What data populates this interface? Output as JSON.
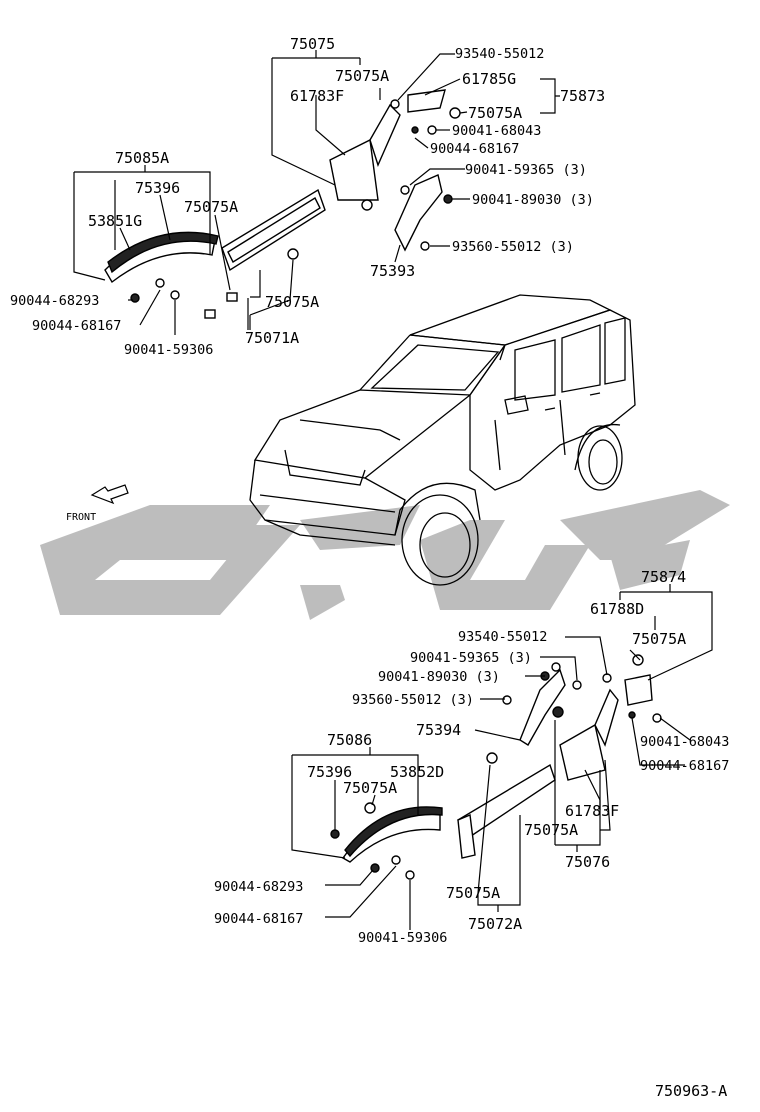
{
  "diagram_id": "750963-A",
  "direction_label": "FRONT",
  "colors": {
    "line": "#000000",
    "watermark": "#bdbdbd",
    "background": "#ffffff"
  },
  "watermark_icon": "logo-watermark-icon",
  "parts": [
    {
      "key": "p75075_top",
      "number": "75075"
    },
    {
      "key": "p75075A_top1",
      "number": "75075A"
    },
    {
      "key": "p61783F_top",
      "number": "61783F"
    },
    {
      "key": "p93540_top",
      "number": "93540-55012"
    },
    {
      "key": "p61785G",
      "number": "61785G"
    },
    {
      "key": "p75873",
      "number": "75873"
    },
    {
      "key": "p75075A_top2",
      "number": "75075A"
    },
    {
      "key": "p90041_68043_top",
      "number": "90041-68043"
    },
    {
      "key": "p90044_68167_top",
      "number": "90044-68167"
    },
    {
      "key": "p90041_59365_top",
      "number": "90041-59365 (3)"
    },
    {
      "key": "p90041_89030_top",
      "number": "90041-89030 (3)"
    },
    {
      "key": "p93560_top",
      "number": "93560-55012 (3)"
    },
    {
      "key": "p75393",
      "number": "75393"
    },
    {
      "key": "p75085A",
      "number": "75085A"
    },
    {
      "key": "p75396_top",
      "number": "75396"
    },
    {
      "key": "p53851G",
      "number": "53851G"
    },
    {
      "key": "p75075A_top3",
      "number": "75075A"
    },
    {
      "key": "p90044_68293_top",
      "number": "90044-68293"
    },
    {
      "key": "p90044_68167_left",
      "number": "90044-68167"
    },
    {
      "key": "p90041_59306_top",
      "number": "90041-59306"
    },
    {
      "key": "p75075A_top4",
      "number": "75075A"
    },
    {
      "key": "p75071A",
      "number": "75071A"
    },
    {
      "key": "p75874",
      "number": "75874"
    },
    {
      "key": "p61788D",
      "number": "61788D"
    },
    {
      "key": "p75075A_bot1",
      "number": "75075A"
    },
    {
      "key": "p93540_bot",
      "number": "93540-55012"
    },
    {
      "key": "p90041_59365_bot",
      "number": "90041-59365 (3)"
    },
    {
      "key": "p90041_89030_bot",
      "number": "90041-89030 (3)"
    },
    {
      "key": "p93560_bot",
      "number": "93560-55012 (3)"
    },
    {
      "key": "p75394",
      "number": "75394"
    },
    {
      "key": "p90041_68043_bot",
      "number": "90041-68043"
    },
    {
      "key": "p90044_68167_bot",
      "number": "90044-68167"
    },
    {
      "key": "p75086",
      "number": "75086"
    },
    {
      "key": "p75396_bot",
      "number": "75396"
    },
    {
      "key": "p53852D",
      "number": "53852D"
    },
    {
      "key": "p75075A_bot2",
      "number": "75075A"
    },
    {
      "key": "p61783F_bot",
      "number": "61783F"
    },
    {
      "key": "p75075A_bot3",
      "number": "75075A"
    },
    {
      "key": "p75076",
      "number": "75076"
    },
    {
      "key": "p90044_68293_bot",
      "number": "90044-68293"
    },
    {
      "key": "p90044_68167_bot2",
      "number": "90044-68167"
    },
    {
      "key": "p90041_59306_bot",
      "number": "90041-59306"
    },
    {
      "key": "p75075A_bot4",
      "number": "75075A"
    },
    {
      "key": "p75072A",
      "number": "75072A"
    }
  ]
}
